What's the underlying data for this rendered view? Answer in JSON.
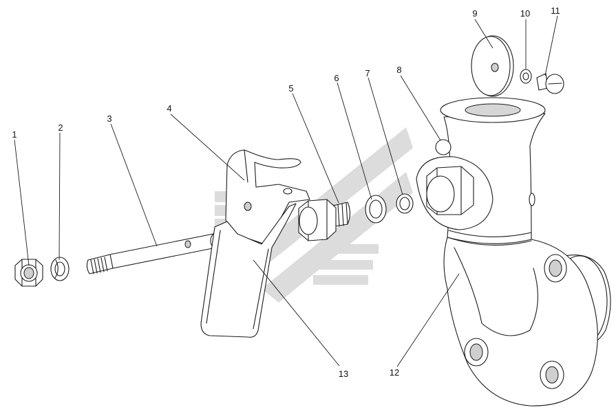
{
  "callouts": {
    "c1": "1",
    "c2": "2",
    "c3": "3",
    "c4": "4",
    "c5": "5",
    "c6": "6",
    "c7": "7",
    "c8": "8",
    "c9": "9",
    "c10": "10",
    "c11": "11",
    "c12": "12",
    "c13": "13"
  },
  "colors": {
    "line": "#1a1a1a",
    "watermark": "#dcdcdc",
    "background": "#ffffff"
  },
  "icons": {
    "watermark": "logo-watermark"
  }
}
